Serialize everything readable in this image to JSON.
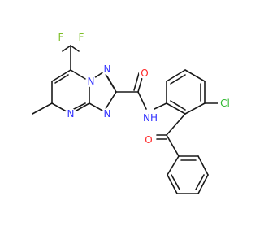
{
  "molecule": {
    "atoms": {
      "f1": "F",
      "f2": "F",
      "n_pyrimidine_bridge": "N",
      "n_triazole_top": "N",
      "n_triazole_bottom": "N",
      "n_pyrimidine_lower": "N",
      "o_amide": "O",
      "nh_amide": "NH",
      "cl": "Cl",
      "o_ketone": "O"
    },
    "colors": {
      "bond": "#1a1a1a",
      "nitrogen": "#3333ff",
      "oxygen": "#ff2a2a",
      "fluorine": "#7fbf2a",
      "chlorine": "#2eb82e"
    }
  }
}
